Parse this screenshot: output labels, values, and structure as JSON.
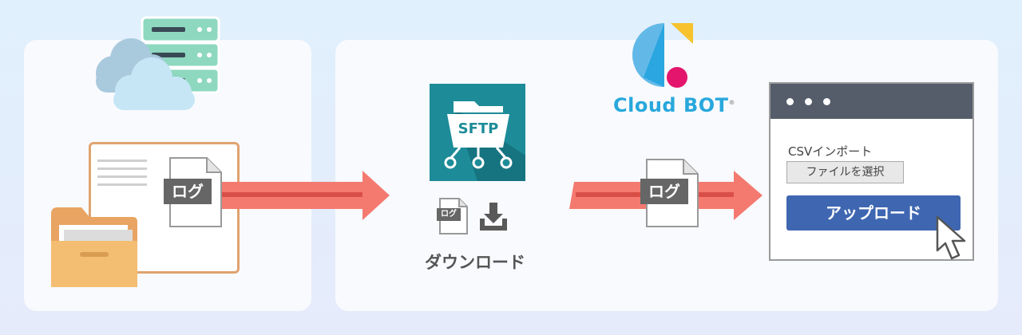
{
  "source": {
    "log_file_label": "ログ"
  },
  "sftp": {
    "logo_text": "SFTP",
    "small_file_label": "ログ",
    "download_label": "ダウンロード"
  },
  "transfer": {
    "log_file_label": "ログ"
  },
  "cloudbot": {
    "logo_text": "Cloud BOT",
    "registered_mark": "®"
  },
  "browser": {
    "csv_import_label": "CSVインポート",
    "file_select_label": "ファイルを選択",
    "upload_button_label": "アップロード"
  },
  "colors": {
    "arrow": "#f47a70",
    "arrow_dark": "#d94f47",
    "sftp_teal": "#1d8b98",
    "upload_button": "#3f67b1",
    "folder_orange": "#f0b264",
    "server_green": "#8ed8c0"
  }
}
